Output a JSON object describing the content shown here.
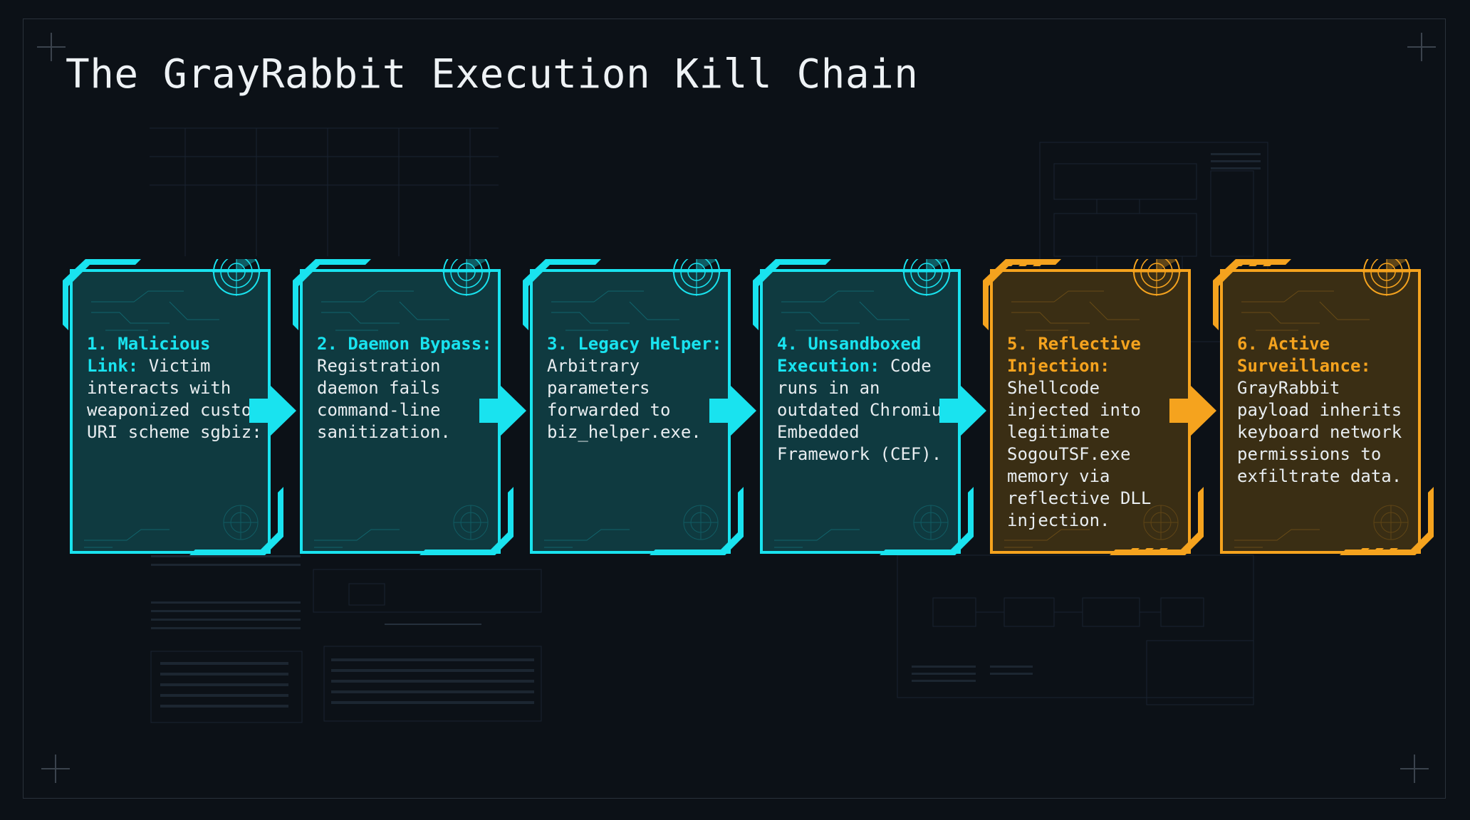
{
  "title": "The GrayRabbit Execution Kill Chain",
  "colors": {
    "background": "#0c1117",
    "cyan": "#19e3ef",
    "orange": "#f5a31e",
    "text": "#e8edf0"
  },
  "steps": [
    {
      "heading": "1. Malicious Link:",
      "body": "Victim interacts with weaponized custom URI scheme sgbiz:",
      "color": "cyan"
    },
    {
      "heading": "2. Daemon Bypass:",
      "body": "Registration daemon fails command-line sanitization.",
      "color": "cyan"
    },
    {
      "heading": "3. Legacy Helper:",
      "body": "Arbitrary parameters forwarded to biz_helper.exe.",
      "color": "cyan"
    },
    {
      "heading": "4. Unsandboxed Execution:",
      "body": "Code runs in an outdated Chromium Embedded Framework (CEF).",
      "color": "cyan"
    },
    {
      "heading": "5. Reflective Injection:",
      "body": "Shellcode injected into legitimate SogouTSF.exe memory via reflective DLL injection.",
      "color": "orange"
    },
    {
      "heading": "6. Active Surveillance:",
      "body": "GrayRabbit payload inherits keyboard network permissions to exfiltrate data.",
      "color": "orange"
    }
  ]
}
